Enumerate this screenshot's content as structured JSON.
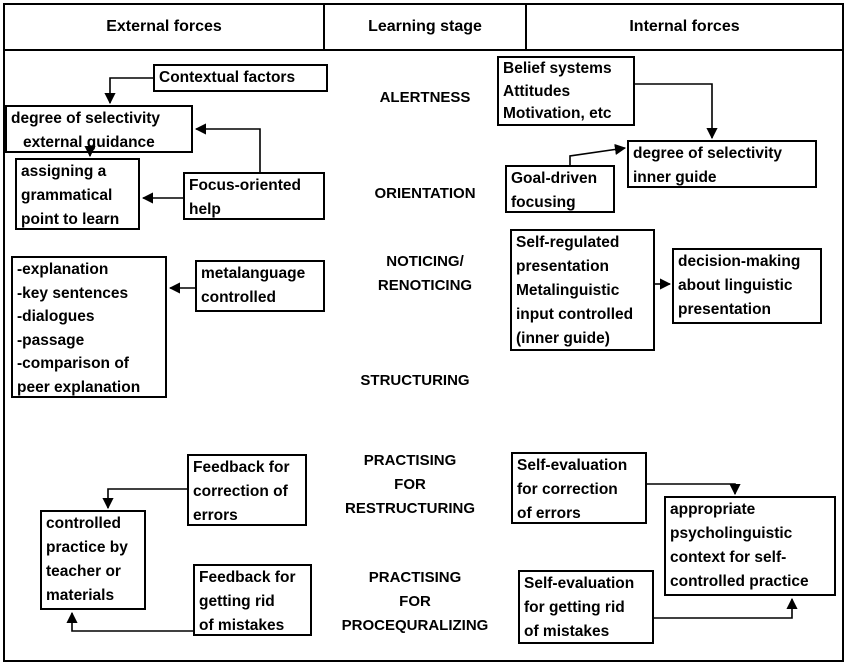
{
  "headers": {
    "external": "External forces",
    "stage": "Learning stage",
    "internal": "Internal forces"
  },
  "stages": [
    {
      "id": "alertness",
      "lines": [
        "ALERTNESS"
      ]
    },
    {
      "id": "orientation",
      "lines": [
        "ORIENTATION"
      ]
    },
    {
      "id": "noticing",
      "lines": [
        "NOTICING/",
        "RENOTICING"
      ]
    },
    {
      "id": "structuring",
      "lines": [
        "STRUCTURING"
      ]
    },
    {
      "id": "practising-restructuring",
      "lines": [
        "PRACTISING",
        "FOR",
        "RESTRUCTURING"
      ]
    },
    {
      "id": "practising-proceduralizing",
      "lines": [
        "PRACTISING",
        "FOR",
        "PROCEQURALIZING"
      ]
    }
  ],
  "external_boxes": [
    {
      "id": "contextual-factors",
      "lines": [
        "Contextual factors"
      ]
    },
    {
      "id": "degree-selectivity-external",
      "lines": [
        "degree of selectivity",
        "external guidance"
      ]
    },
    {
      "id": "assigning-grammatical-point",
      "lines": [
        "assigning a",
        "grammatical",
        "point to learn"
      ]
    },
    {
      "id": "focus-oriented-help",
      "lines": [
        "Focus-oriented",
        "help"
      ]
    },
    {
      "id": "explanation-list",
      "lines": [
        "-explanation",
        "-key sentences",
        "-dialogues",
        "-passage",
        "-comparison of",
        "peer explanation"
      ]
    },
    {
      "id": "metalanguage-controlled",
      "lines": [
        "metalanguage",
        "controlled"
      ]
    },
    {
      "id": "feedback-correction",
      "lines": [
        "Feedback for",
        "correction of",
        "errors"
      ]
    },
    {
      "id": "controlled-practice",
      "lines": [
        "controlled",
        "practice by",
        "teacher or",
        "materials"
      ]
    },
    {
      "id": "feedback-mistakes",
      "lines": [
        "Feedback for",
        "getting rid",
        "of mistakes"
      ]
    }
  ],
  "internal_boxes": [
    {
      "id": "belief-systems",
      "lines": [
        "Belief systems",
        "Attitudes",
        "Motivation, etc"
      ]
    },
    {
      "id": "degree-selectivity-inner",
      "lines": [
        "degree of selectivity",
        "inner guide"
      ]
    },
    {
      "id": "goal-driven-focusing",
      "lines": [
        "Goal-driven",
        "focusing"
      ]
    },
    {
      "id": "self-regulated-presentation",
      "lines": [
        "Self-regulated",
        "presentation",
        "Metalinguistic",
        "input controlled",
        "(inner guide)"
      ]
    },
    {
      "id": "decision-making",
      "lines": [
        "decision-making",
        "about linguistic",
        "presentation"
      ]
    },
    {
      "id": "self-evaluation-correction",
      "lines": [
        "Self-evaluation",
        "for correction",
        "of errors"
      ]
    },
    {
      "id": "psycholinguistic-context",
      "lines": [
        "appropriate",
        "psycholinguistic",
        "context for self-",
        "controlled practice"
      ]
    },
    {
      "id": "self-evaluation-mistakes",
      "lines": [
        "Self-evaluation",
        "for getting rid",
        "of mistakes"
      ]
    }
  ]
}
